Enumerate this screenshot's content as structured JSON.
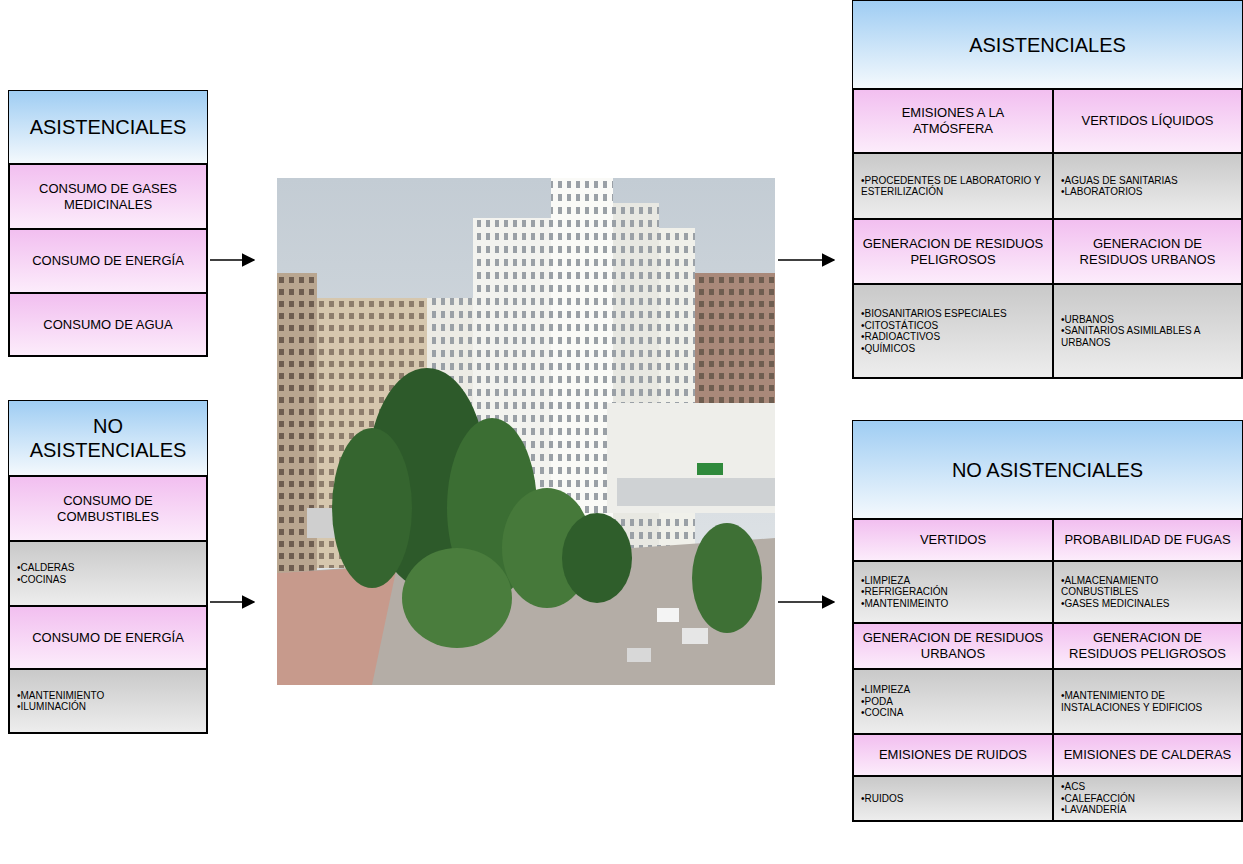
{
  "diagram": {
    "nodes": [
      {
        "text": [
          "ASISTENCIALES"
        ]
      },
      {
        "text": [
          "CONSUMO DE GASES MEDICINALES"
        ],
        "in": 0
      },
      {
        "text": [
          "CONSUMO DE ENERGÍA"
        ],
        "in": 0
      },
      {
        "text": [
          "CONSUMO DE AGUA"
        ],
        "in": 0
      },
      {
        "text": [
          "NO ASISTENCIALES"
        ]
      },
      {
        "text": [
          "CONSUMO DE COMBUSTIBLES"
        ],
        "in": 4
      },
      {
        "text": [
          "•CALDERAS",
          "•COCINAS"
        ],
        "in": 4
      },
      {
        "text": [
          "CONSUMO DE ENERGÍA"
        ],
        "in": 4
      },
      {
        "text": [
          "•MANTENIMIENTO",
          "•ILUMINACIÓN"
        ],
        "in": 4
      },
      {
        "text": [
          "ASISTENCIALES"
        ]
      },
      {
        "text": [
          "EMISIONES A LA ATMÓSFERA"
        ],
        "in": 9
      },
      {
        "text": [
          "VERTIDOS LÍQUIDOS"
        ],
        "in": 9
      },
      {
        "text": [
          "•PROCEDENTES DE LABORATORIO Y ESTERILIZACIÓN"
        ],
        "in": 9
      },
      {
        "text": [
          "•AGUAS DE SANITARIAS",
          "•LABORATORIOS"
        ],
        "in": 9
      },
      {
        "text": [
          "GENERACION DE RESIDUOS PELIGROSOS"
        ],
        "in": 9
      },
      {
        "text": [
          "GENERACION DE RESIDUOS URBANOS"
        ],
        "in": 9
      },
      {
        "text": [
          "•BIOSANITARIOS ESPECIALES",
          "•CITOSTÁTICOS",
          "•RADIOACTIVOS",
          "•QUÍMICOS"
        ],
        "in": 9
      },
      {
        "text": [
          "•URBANOS",
          "•SANITARIOS ASIMILABLES A URBANOS"
        ],
        "in": 9
      },
      {
        "text": [
          "NO ASISTENCIALES"
        ]
      },
      {
        "text": [
          "VERTIDOS"
        ],
        "in": 18
      },
      {
        "text": [
          "PROBABILIDAD DE FUGAS"
        ],
        "in": 18
      },
      {
        "text": [
          "•LIMPIEZA",
          "•REFRIGERACIÓN",
          "•MANTENIMEINTO"
        ],
        "in": 18
      },
      {
        "text": [
          "•ALMACENAMIENTO CONBUSTIBLES",
          "•GASES MEDICINALES"
        ],
        "in": 18
      },
      {
        "text": [
          "GENERACION DE RESIDUOS URBANOS"
        ],
        "in": 18
      },
      {
        "text": [
          "GENERACION DE RESIDUOS PELIGROSOS"
        ],
        "in": 18
      },
      {
        "text": [
          "•LIMPIEZA",
          "•PODA",
          "•COCINA"
        ],
        "in": 18
      },
      {
        "text": [
          "•MANTENIMIENTO DE INSTALACIONES Y EDIFICIOS"
        ],
        "in": 18
      },
      {
        "text": [
          "EMISIONES DE RUIDOS"
        ],
        "in": 18
      },
      {
        "text": [
          "EMISIONES DE CALDERAS"
        ],
        "in": 18
      },
      {
        "text": [
          "•RUIDOS"
        ],
        "in": 18
      },
      {
        "text": [
          "•ACS",
          "•CALEFACCIÓN",
          "•LAVANDERÍA"
        ],
        "in": 18
      }
    ]
  }
}
